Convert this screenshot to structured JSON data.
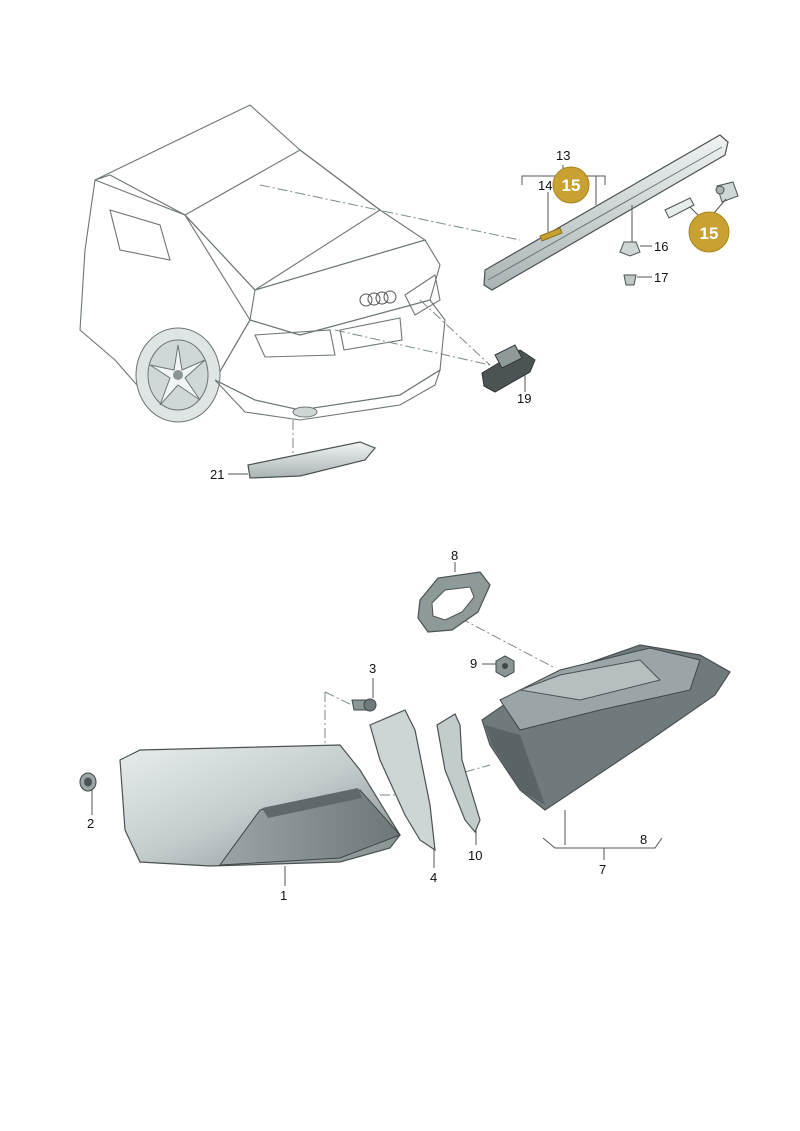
{
  "callouts": {
    "c1": "1",
    "c2": "2",
    "c3": "3",
    "c4": "4",
    "c7": "7",
    "c8a": "8",
    "c8b": "8",
    "c9": "9",
    "c10": "10",
    "c13": "13",
    "c14": "14",
    "c16": "16",
    "c17": "17",
    "c19": "19",
    "c21": "21"
  },
  "badges": {
    "b1": "15",
    "b2": "15"
  },
  "colors": {
    "badge": "#c9a133",
    "part_light": "#dfe6e6",
    "part_mid": "#b8c2c3",
    "part_dark": "#6f7a7c"
  }
}
